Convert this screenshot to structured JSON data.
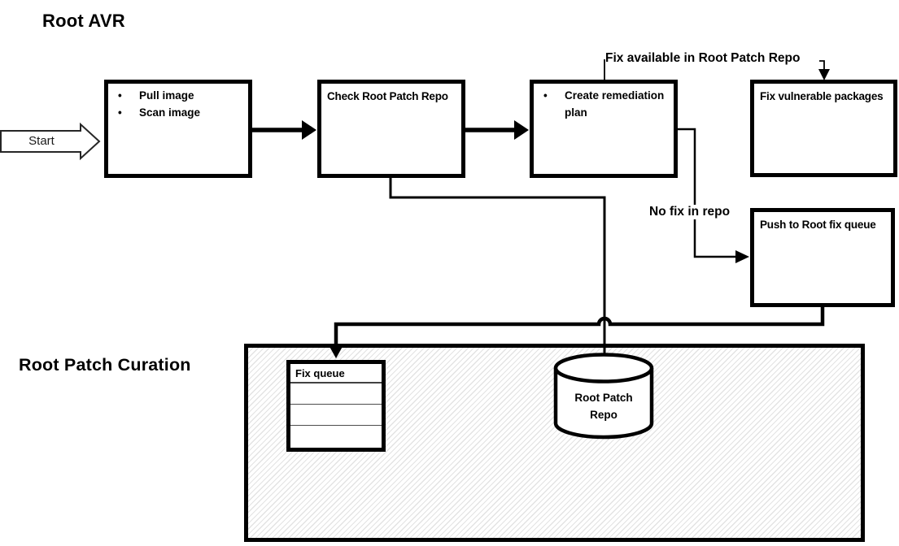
{
  "titles": {
    "top": "Root AVR",
    "bottom": "Root Patch Curation"
  },
  "start": {
    "label": "Start"
  },
  "nodes": {
    "scan_box": {
      "bullets": [
        "Pull image",
        "Scan image"
      ]
    },
    "check_repo_box": {
      "label": "Check Root Patch Repo"
    },
    "remediation_box": {
      "bullets": [
        "Create remediation plan"
      ]
    },
    "fix_packages_box": {
      "label": "Fix vulnerable packages"
    },
    "push_queue_box": {
      "label": "Push to Root fix queue"
    }
  },
  "edge_labels": {
    "fix_available": "Fix available in Root Patch Repo",
    "no_fix": "No fix in repo"
  },
  "curation_zone": {
    "fix_queue_table": {
      "header": "Fix queue",
      "empty_rows": 3
    },
    "repo_cylinder": {
      "label": "Root Patch Repo"
    }
  },
  "colors": {
    "ink": "#000000",
    "hatch_line": "#e3e3e3",
    "row_separator": "#4d4d4d"
  }
}
